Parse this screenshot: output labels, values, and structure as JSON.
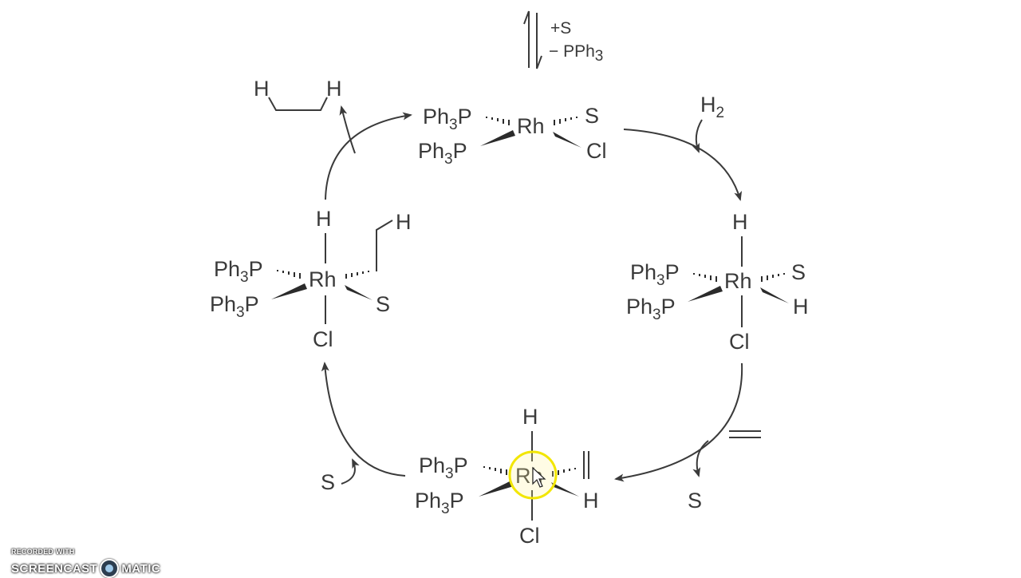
{
  "equilibrium": {
    "plus": "+S",
    "minus": "− PPh",
    "minus_sub": "3"
  },
  "complex_top": {
    "ph3p": "Ph",
    "ph3p_sub": "3",
    "ph3p_p": "P",
    "rh": "Rh",
    "s": "S",
    "cl": "Cl"
  },
  "complex_right": {
    "h_top": "H",
    "ph3p": "Ph",
    "ph3p_sub": "3",
    "ph3p_p": "P",
    "rh": "Rh",
    "s": "S",
    "h_right": "H",
    "cl": "Cl"
  },
  "complex_bottom": {
    "h_top": "H",
    "ph3p": "Ph",
    "ph3p_sub": "3",
    "ph3p_p": "P",
    "rh": "Rh",
    "h_right": "H",
    "cl": "Cl"
  },
  "complex_left": {
    "h_top": "H",
    "ph3p": "Ph",
    "ph3p_sub": "3",
    "ph3p_p": "P",
    "rh": "Rh",
    "h_alkyl": "H",
    "s": "S",
    "cl": "Cl"
  },
  "reagents": {
    "h2": "H",
    "h2_sub": "2",
    "s_released_right": "S",
    "s_added_left": "S",
    "ethane_h1": "H",
    "ethane_h2": "H"
  },
  "watermark": {
    "top_text": "RECORDED WITH",
    "left_text": "SCREENCAST",
    "right_text": "MATIC"
  },
  "cursor_highlight_color": "#f2e600"
}
